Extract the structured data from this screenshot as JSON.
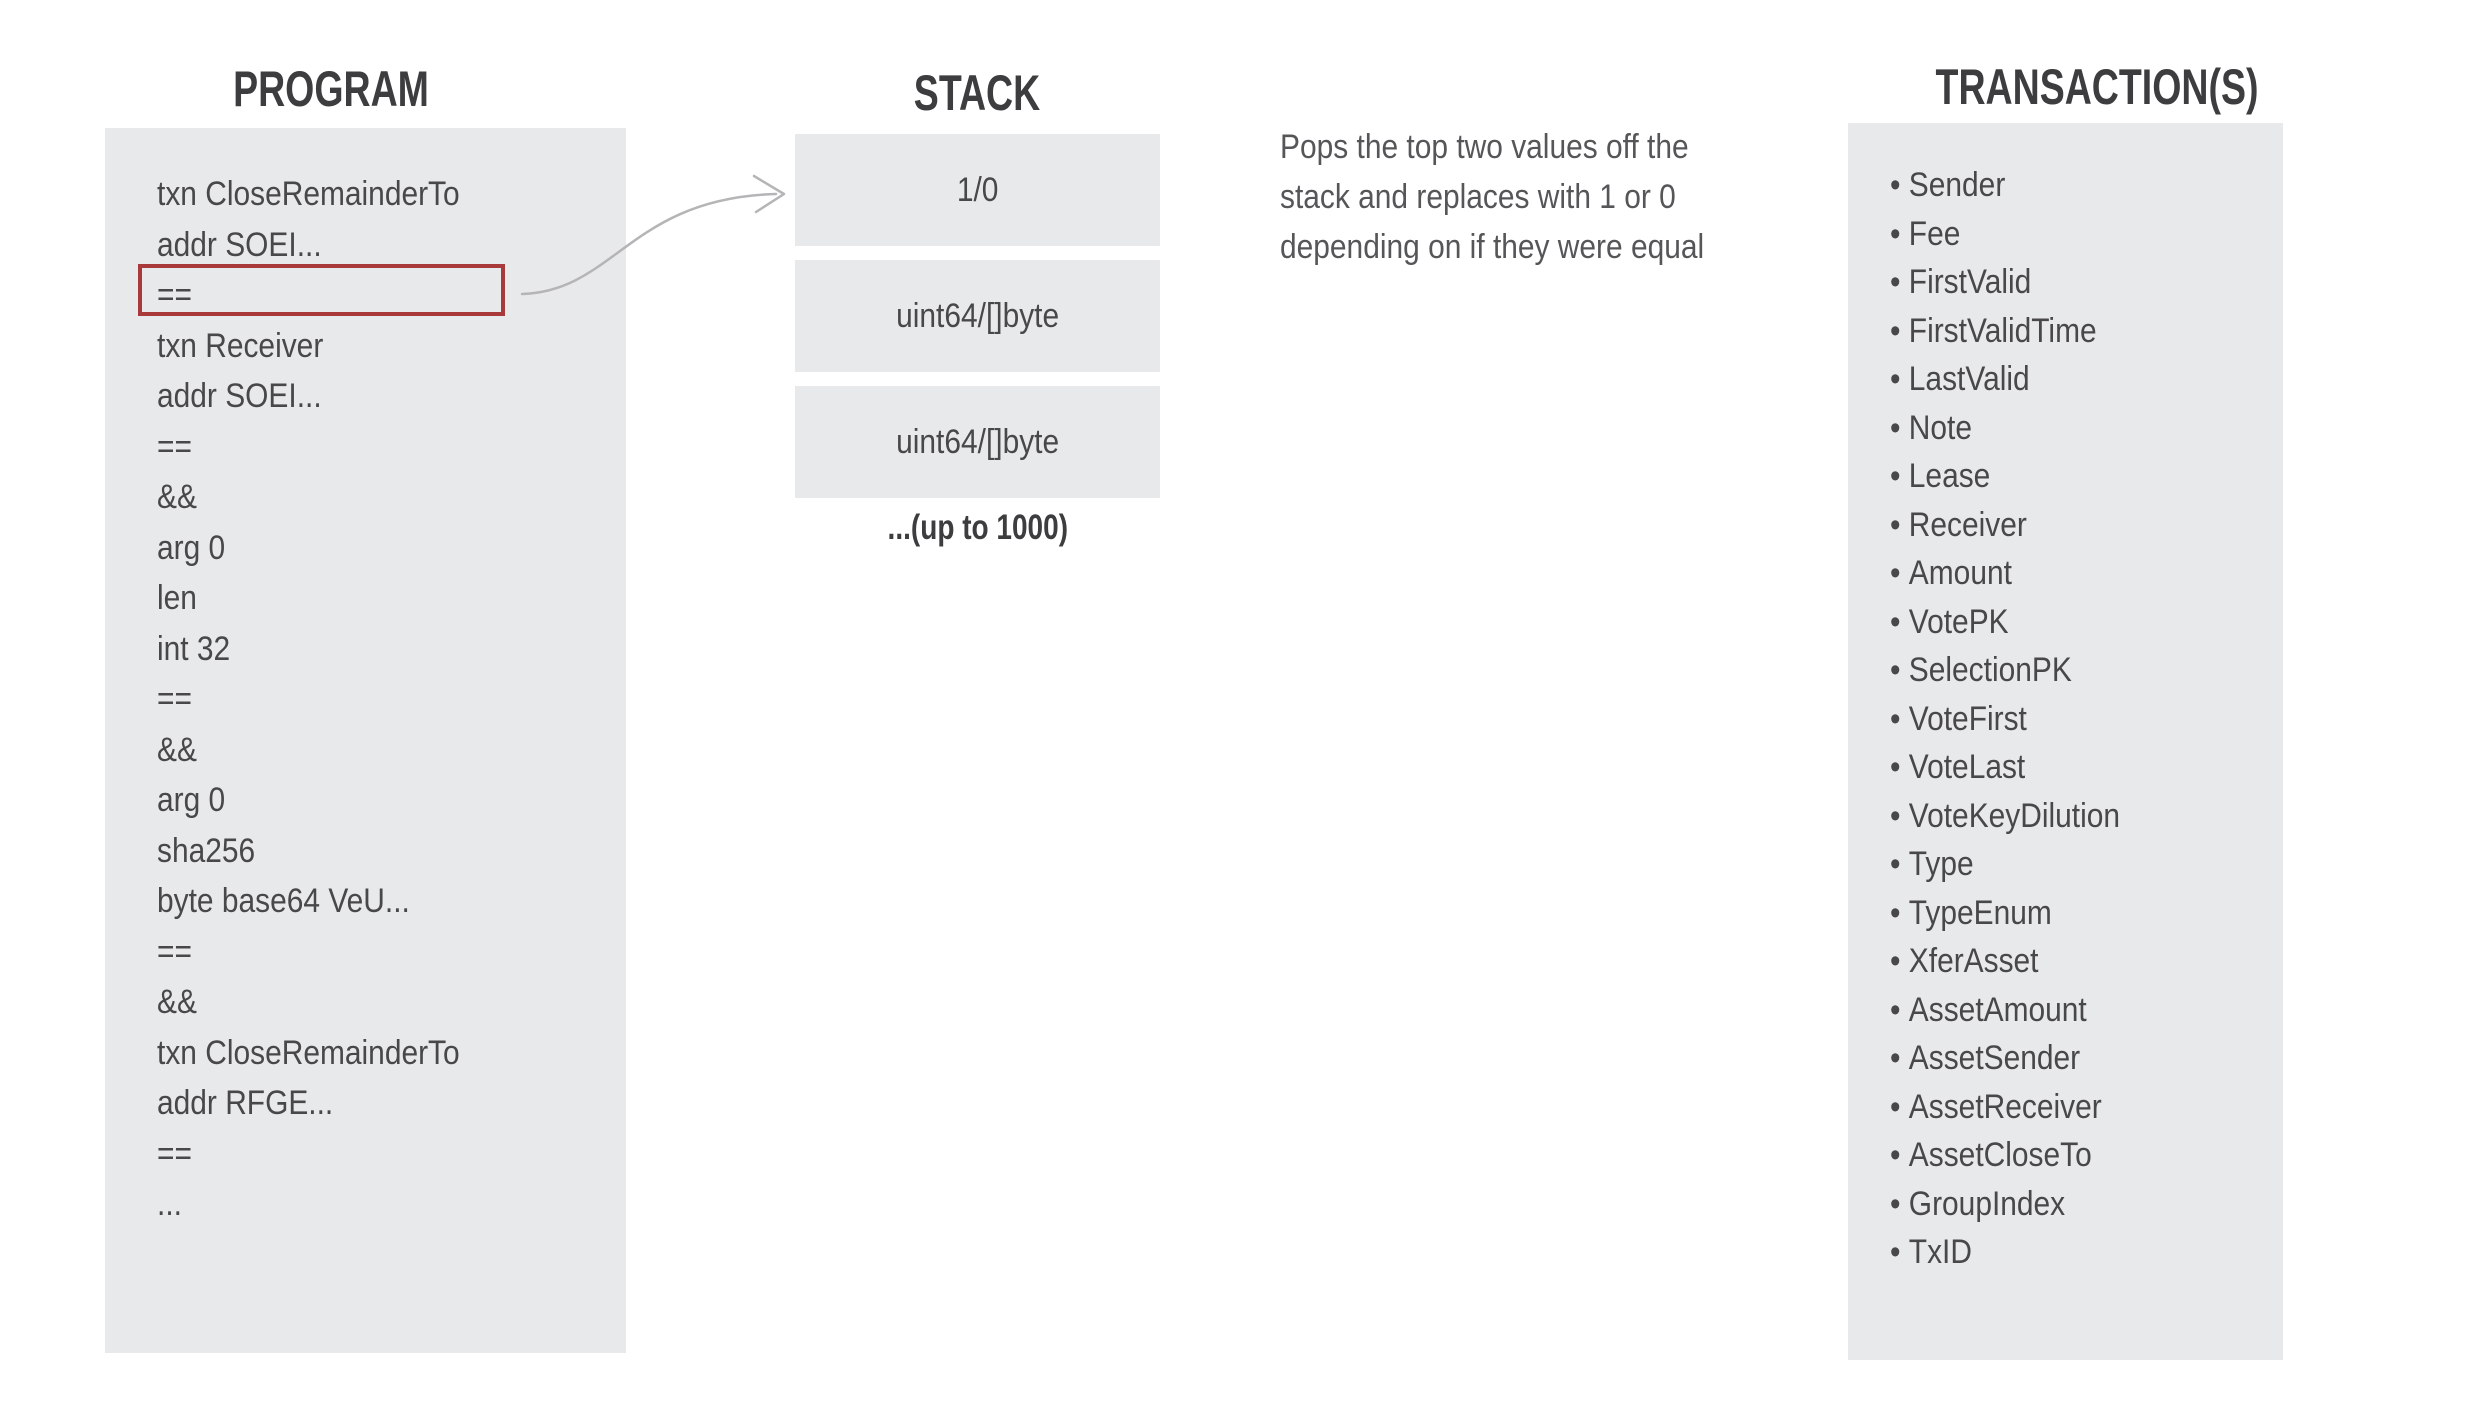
{
  "colors": {
    "background": "#ffffff",
    "panel": "#e8e9eb",
    "heading_text": "#3d3d3f",
    "body_text": "#48484a",
    "description_text": "#555658",
    "highlight_border": "#a93a3c",
    "arrow": "#b5b5b7"
  },
  "program": {
    "title": "PROGRAM",
    "highlighted_line_index": 2,
    "lines": [
      "txn CloseRemainderTo",
      "addr SOEI...",
      "==",
      "txn Receiver",
      "addr SOEI...",
      "==",
      "&&",
      "arg 0",
      "len",
      "int 32",
      "==",
      "&&",
      "arg 0",
      "sha256",
      "byte base64 VeU...",
      "==",
      "&&",
      "txn CloseRemainderTo",
      "addr RFGE...",
      "==",
      "..."
    ]
  },
  "stack": {
    "title": "STACK",
    "slots": [
      "1/0",
      "uint64/[]byte",
      "uint64/[]byte"
    ],
    "caption": "...(up to 1000)"
  },
  "note": {
    "lines": [
      "Pops the top two values off the",
      "stack and replaces with 1 or 0",
      "depending on if they were equal"
    ]
  },
  "transactions": {
    "title": "TRANSACTION(S)",
    "fields": [
      "Sender",
      "Fee",
      "FirstValid",
      "FirstValidTime",
      "LastValid",
      "Note",
      "Lease",
      "Receiver",
      "Amount",
      "VotePK",
      "SelectionPK",
      "VoteFirst",
      "VoteLast",
      "VoteKeyDilution",
      "Type",
      "TypeEnum",
      "XferAsset",
      "AssetAmount",
      "AssetSender",
      "AssetReceiver",
      "AssetCloseTo",
      "GroupIndex",
      "TxID"
    ]
  }
}
